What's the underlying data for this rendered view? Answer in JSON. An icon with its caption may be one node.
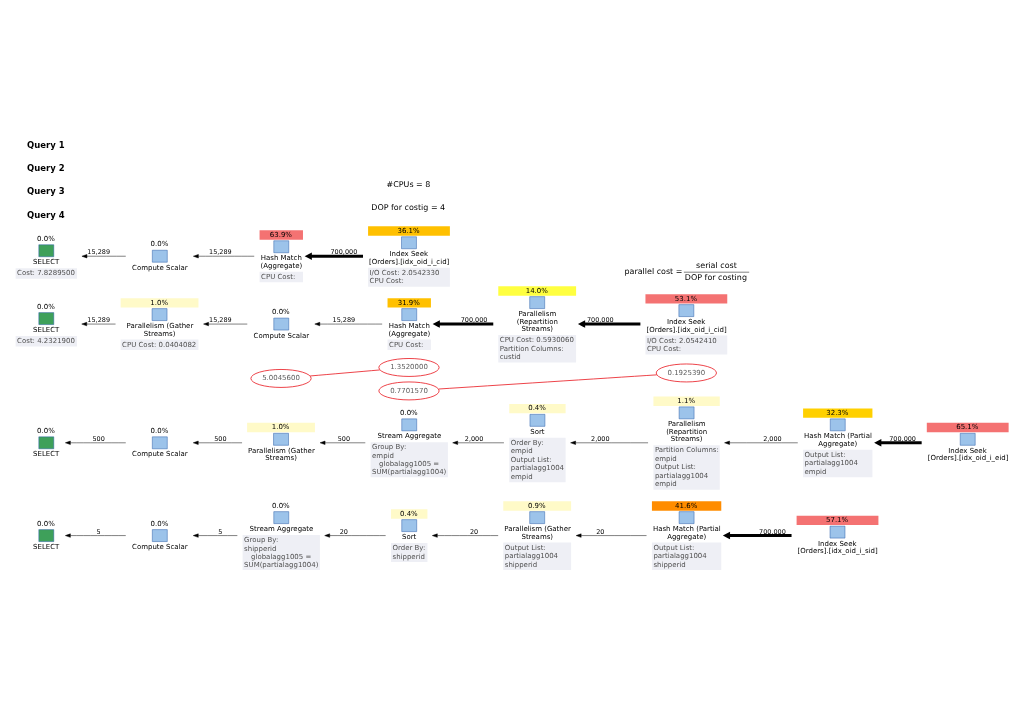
{
  "diagram": {
    "nodes": [
      {
        "text": [
          "0.0%",
          "SELECT",
          "Cost: 7.8289500"
        ]
      },
      {
        "text": [
          "0.0%",
          "Compute Scalar"
        ]
      },
      {
        "text": [
          "63.9%",
          "Hash Match (Aggregate)",
          "CPU Cost:"
        ]
      },
      {
        "text": [
          "36.1%",
          "Index Seek [Orders].[idx_oid_i_cid]",
          "I/O Cost: 2.0542330",
          "CPU Cost:"
        ]
      },
      {
        "text": [
          "5.0045600"
        ]
      },
      {
        "text": [
          "0.7701570"
        ]
      },
      {
        "text": [
          "0.0%",
          "SELECT",
          "Cost: 4.2321900"
        ]
      },
      {
        "text": [
          "1.0%",
          "Parallelism (Gather Streams)",
          "CPU Cost: 0.0404082"
        ]
      },
      {
        "text": [
          "0.0%",
          "Compute Scalar"
        ]
      },
      {
        "text": [
          "31.9%",
          "Hash Match (Aggregate)",
          "CPU Cost:"
        ]
      },
      {
        "text": [
          "14.0%",
          "Parallelism (Repartition Streams)",
          "CPU Cost: 0.5930060",
          "Partition Columns:",
          "custid"
        ]
      },
      {
        "text": [
          "53.1%",
          "Index Seek [Orders].[idx_oid_i_cid]",
          "I/O Cost: 2.0542410",
          "CPU Cost:"
        ]
      },
      {
        "text": [
          "1.3520000"
        ]
      },
      {
        "text": [
          "0.1925390"
        ]
      },
      {
        "text": [
          "0.0%",
          "SELECT"
        ]
      },
      {
        "text": [
          "0.0%",
          "Compute Scalar"
        ]
      },
      {
        "text": [
          "1.0%",
          "Parallelism (Gather Streams)"
        ]
      },
      {
        "text": [
          "0.0%",
          "Stream Aggregate",
          "Group By:",
          "empid",
          "globalagg1005 = SUM(partialagg1004)"
        ]
      },
      {
        "text": [
          "0.4%",
          "Sort",
          "Order By:",
          "empid",
          "Output List:",
          "partialagg1004",
          "empid"
        ]
      },
      {
        "text": [
          "1.1%",
          "Parallelism (Repartition Streams)",
          "Partition Columns:",
          "empid",
          "Output List:",
          "partialagg1004",
          "empid"
        ]
      },
      {
        "text": [
          "32.3%",
          "Hash Match (Partial Aggregate)",
          "Output List:",
          "partialagg1004",
          "empid"
        ]
      },
      {
        "text": [
          "65.1%",
          "Index Seek [Orders].[idx_oid_i_eid]"
        ]
      },
      {
        "text": [
          "0.0%",
          "SELECT"
        ]
      },
      {
        "text": [
          "0.0%",
          "Compute Scalar"
        ]
      },
      {
        "text": [
          "0.0%",
          "Stream Aggregate",
          "Group By:",
          "shipperid",
          "globalagg1005 = SUM(partialagg1004)"
        ]
      },
      {
        "text": [
          "0.4%",
          "Sort",
          "Order By:",
          "shipperid"
        ]
      },
      {
        "text": [
          "0.9%",
          "Parallelism (Gather Streams)",
          "Output List:",
          "partialagg1004",
          "shipperid"
        ]
      },
      {
        "text": [
          "41.6%",
          "Hash Match (Partial Aggregate)",
          "Output List:",
          "partialagg1004",
          "shipperid"
        ]
      },
      {
        "text": [
          "57.1%",
          "Index Seek [Orders].[idx_oid_i_sid]"
        ]
      }
    ],
    "edges": [
      {
        "from": 1,
        "to": 0,
        "arrow": "to",
        "label": "15,289"
      },
      {
        "from": 2,
        "to": 1,
        "arrow": "to",
        "label": "15,289"
      },
      {
        "from": 3,
        "to": 2,
        "arrow": "to",
        "label": "700,000",
        "style": "thick"
      },
      {
        "from": 4,
        "to": 12,
        "arrow": "none",
        "color": "#e8141c"
      },
      {
        "from": 5,
        "to": 13,
        "arrow": "none",
        "color": "#e8141c"
      },
      {
        "from": 7,
        "to": 6,
        "arrow": "to",
        "label": "15,289"
      },
      {
        "from": 8,
        "to": 7,
        "arrow": "to",
        "label": "15,289"
      },
      {
        "from": 9,
        "to": 8,
        "arrow": "to",
        "label": "15,289"
      },
      {
        "from": 10,
        "to": 9,
        "arrow": "to",
        "label": "700,000",
        "style": "thick"
      },
      {
        "from": 11,
        "to": 10,
        "arrow": "to",
        "label": "700,000",
        "style": "thick"
      },
      {
        "from": 15,
        "to": 14,
        "arrow": "to",
        "label": "500"
      },
      {
        "from": 16,
        "to": 15,
        "arrow": "to",
        "label": "500"
      },
      {
        "from": 17,
        "to": 16,
        "arrow": "to",
        "label": "500"
      },
      {
        "from": 18,
        "to": 17,
        "arrow": "to",
        "label": "2,000"
      },
      {
        "from": 19,
        "to": 18,
        "arrow": "to",
        "label": "2,000"
      },
      {
        "from": 20,
        "to": 19,
        "arrow": "to",
        "label": "2,000"
      },
      {
        "from": 21,
        "to": 20,
        "arrow": "to",
        "label": "700,000",
        "style": "thick"
      },
      {
        "from": 23,
        "to": 22,
        "arrow": "to",
        "label": "5"
      },
      {
        "from": 24,
        "to": 23,
        "arrow": "to",
        "label": "5"
      },
      {
        "from": 25,
        "to": 24,
        "arrow": "to",
        "label": "20"
      },
      {
        "from": 26,
        "to": 25,
        "arrow": "to",
        "label": "20"
      },
      {
        "from": 27,
        "to": 26,
        "arrow": "to",
        "label": "20"
      },
      {
        "from": 28,
        "to": 27,
        "arrow": "to",
        "label": "700,000",
        "style": "thick"
      }
    ],
    "labels": [
      "Query 1",
      "#CPUs = 8",
      "DOP for costig = 4",
      "Query 2",
      "parallel cost",
      "=",
      "serial cost",
      "DOP for costing",
      "Query 3",
      "Query 4"
    ]
  }
}
